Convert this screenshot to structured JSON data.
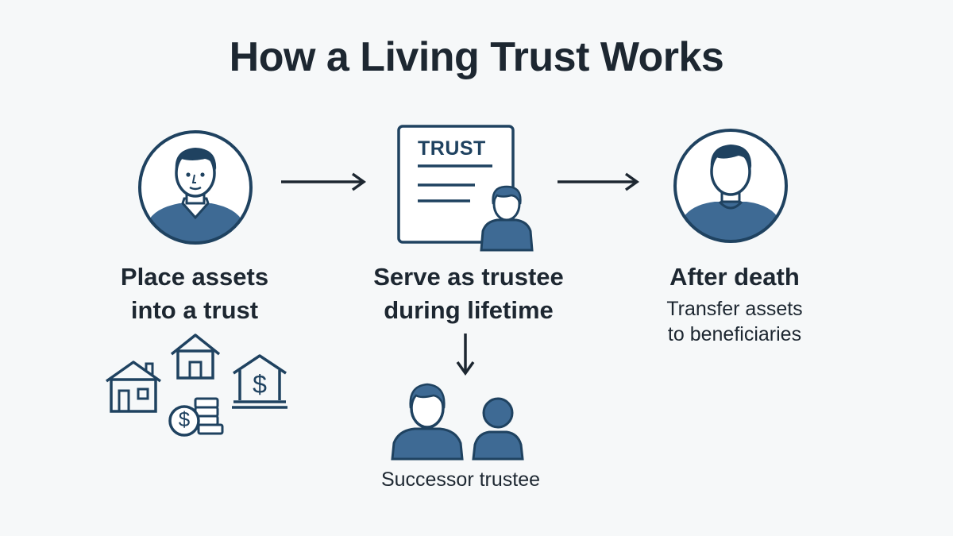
{
  "title": "How a Living Trust Works",
  "steps": [
    {
      "label_line1": "Place assets",
      "label_line2": "into a trust"
    },
    {
      "label_line1": "Serve as trustee",
      "label_line2": "during lifetime",
      "document_heading": "TRUST"
    },
    {
      "label": "After death",
      "desc_line1": "Transfer assets",
      "desc_line2": "to beneficiaries"
    }
  ],
  "successor": {
    "label": "Successor trustee"
  },
  "asset_icon_currency": "$",
  "colors": {
    "navy": "#1f4260",
    "steel": "#3e6a94",
    "background": "#f6f8f9",
    "text": "#1d2731"
  }
}
